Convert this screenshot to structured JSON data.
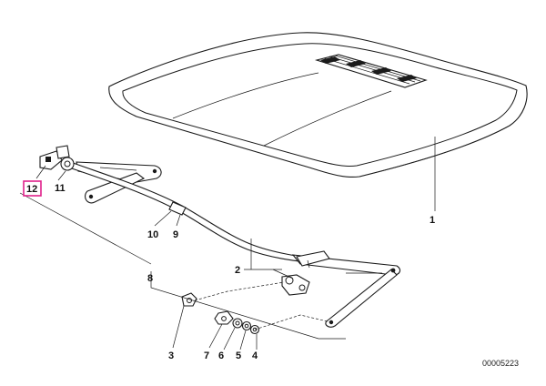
{
  "diagram": {
    "highlight_color": "#e0218a",
    "callouts": [
      {
        "id": "12",
        "label": "12",
        "highlighted": true
      },
      {
        "id": "11",
        "label": "11"
      },
      {
        "id": "10",
        "label": "10"
      },
      {
        "id": "9",
        "label": "9"
      },
      {
        "id": "8",
        "label": "8"
      },
      {
        "id": "1",
        "label": "1"
      },
      {
        "id": "2",
        "label": "2"
      },
      {
        "id": "3",
        "label": "3"
      },
      {
        "id": "7",
        "label": "7"
      },
      {
        "id": "6",
        "label": "6"
      },
      {
        "id": "5",
        "label": "5"
      },
      {
        "id": "4",
        "label": "4"
      }
    ],
    "document_id": "00005223"
  }
}
